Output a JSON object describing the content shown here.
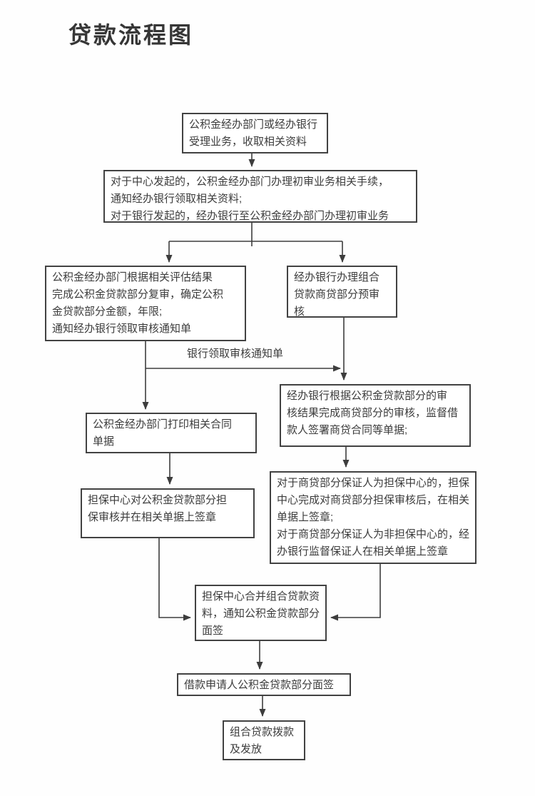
{
  "page": {
    "title": "贷款流程图",
    "background_color": "#ffffff",
    "line_color": "#3d3d3d",
    "box_border_color": "#424242",
    "text_color": "#3c3c3c"
  },
  "flowchart": {
    "nodes": [
      {
        "id": "accept-business",
        "text": "公积金经办部门或经办银行\n受理业务，收取相关资料"
      },
      {
        "id": "initial-review",
        "text": "对于中心发起的，公积金经办部门办理初审业务相关手续，\n通知经办银行领取相关资料;\n对于银行发起的，经办银行至公积金经办部门办理初审业务"
      },
      {
        "id": "gjj-final-review",
        "text": "公积金经办部门根据相关评估结果\n完成公积金贷款部分复审，确定公积\n金贷款部分金额，年限;\n通知经办银行领取审核通知单"
      },
      {
        "id": "bank-precheck",
        "text": "经办银行办理组合\n贷款商贷部分预审\n核"
      },
      {
        "id": "bank-loan-review",
        "text": "经办银行根据公积金贷款部分的审\n核结果完成商贷部分的审核，监督借\n款人签署商贷合同等单据;"
      },
      {
        "id": "print-contract",
        "text": "公积金经办部门打印相关合同\n单据"
      },
      {
        "id": "guarantee-center-review",
        "text": "担保中心对公积金贷款部分担\n保审核并在相关单据上签章"
      },
      {
        "id": "guarantor-sign",
        "text": "对于商贷部分保证人为担保中心的，担保\n中心完成对商贷部分担保审核后，在相关\n单据上签章;\n对于商贷部分保证人为非担保中心的，经\n办银行监督保证人在相关单据上签章"
      },
      {
        "id": "merge-materials",
        "text": "担保中心合并组合贷款资\n料，通知公积金贷款部分\n面签"
      },
      {
        "id": "applicant-face-sign",
        "text": "借款申请人公积金贷款部分面签"
      },
      {
        "id": "disburse",
        "text": "组合贷款拨款\n及发放"
      }
    ],
    "edge_labels": [
      {
        "id": "bank-collect-notice",
        "text": "银行领取审核通知单"
      }
    ]
  }
}
